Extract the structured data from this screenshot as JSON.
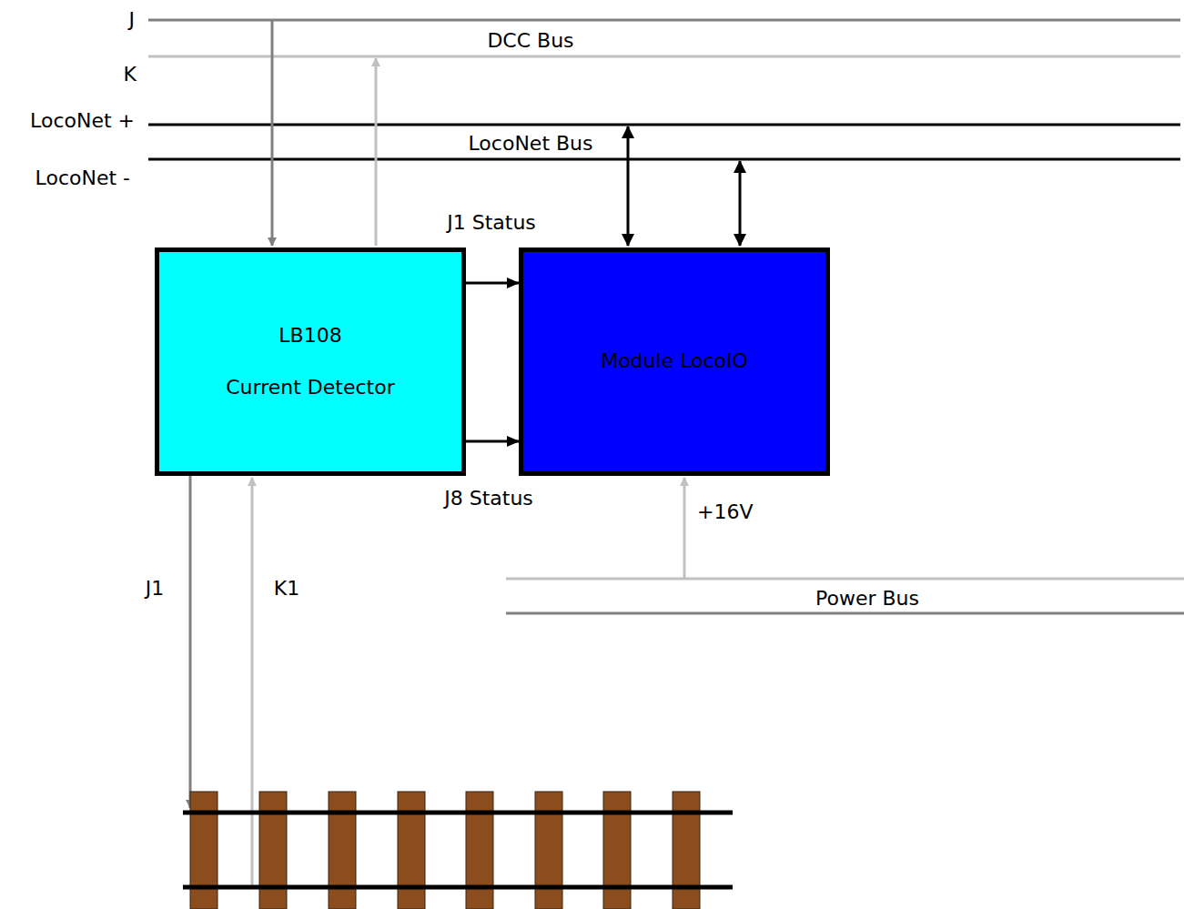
{
  "diagram": {
    "nodes": [
      {
        "text": [
          "LB108",
          "Current Detector"
        ]
      },
      {
        "text": [
          "Module LocoIO"
        ]
      }
    ],
    "edges": [
      {
        "from": 0,
        "to": 1,
        "arrow": "to",
        "label": "J1 Status"
      },
      {
        "from": 0,
        "to": 1,
        "arrow": "to",
        "label": "J8 Status"
      }
    ],
    "labels": [
      "J",
      "K",
      "DCC Bus",
      "LocoNet +",
      "LocoNet Bus",
      "LocoNet -",
      "J1",
      "K1",
      "+16V",
      "Power Bus"
    ]
  }
}
